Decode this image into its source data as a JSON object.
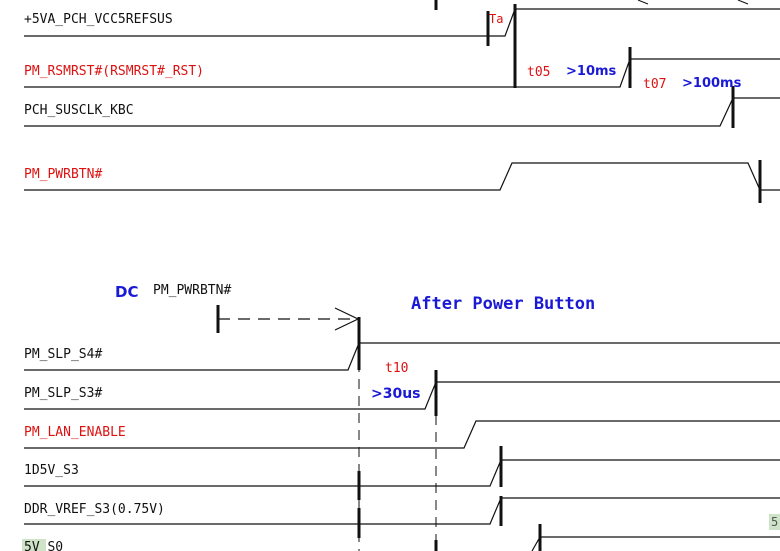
{
  "colors": {
    "signal_red": "#dd1111",
    "signal_black": "#111111",
    "timing_blue": "#1a1ad6",
    "timing_red": "#dd1111",
    "highlight_green": "#cfe3c8"
  },
  "signals_top": [
    {
      "label": "+5VA_PCH_VCC5REFSUS",
      "color": "black"
    },
    {
      "label": "PM_RSMRST#(RSMRST#_RST)",
      "color": "red"
    },
    {
      "label": "PCH_SUSCLK_KBC",
      "color": "black"
    },
    {
      "label": "PM_PWRBTN#",
      "color": "red"
    }
  ],
  "timing_top": {
    "ta": "Ta",
    "t05_id": "t05",
    "t05_val": ">10ms",
    "t07_id": "t07",
    "t07_val": ">100ms"
  },
  "dc_label": "DC",
  "dc_signal": "PM_PWRBTN#",
  "section_title": "After Power Button",
  "signals_bottom": [
    {
      "label": "PM_SLP_S4#",
      "color": "black"
    },
    {
      "label": "PM_SLP_S3#",
      "color": "black"
    },
    {
      "label": "PM_LAN_ENABLE",
      "color": "red"
    },
    {
      "label": "1D5V_S3",
      "color": "black"
    },
    {
      "label": "DDR_VREF_S3(0.75V)",
      "color": "black"
    },
    {
      "label": "5V_S0",
      "color": "black"
    }
  ],
  "timing_bottom": {
    "t10_id": "t10",
    "t10_val": ">30us"
  },
  "edge_marker": "5"
}
